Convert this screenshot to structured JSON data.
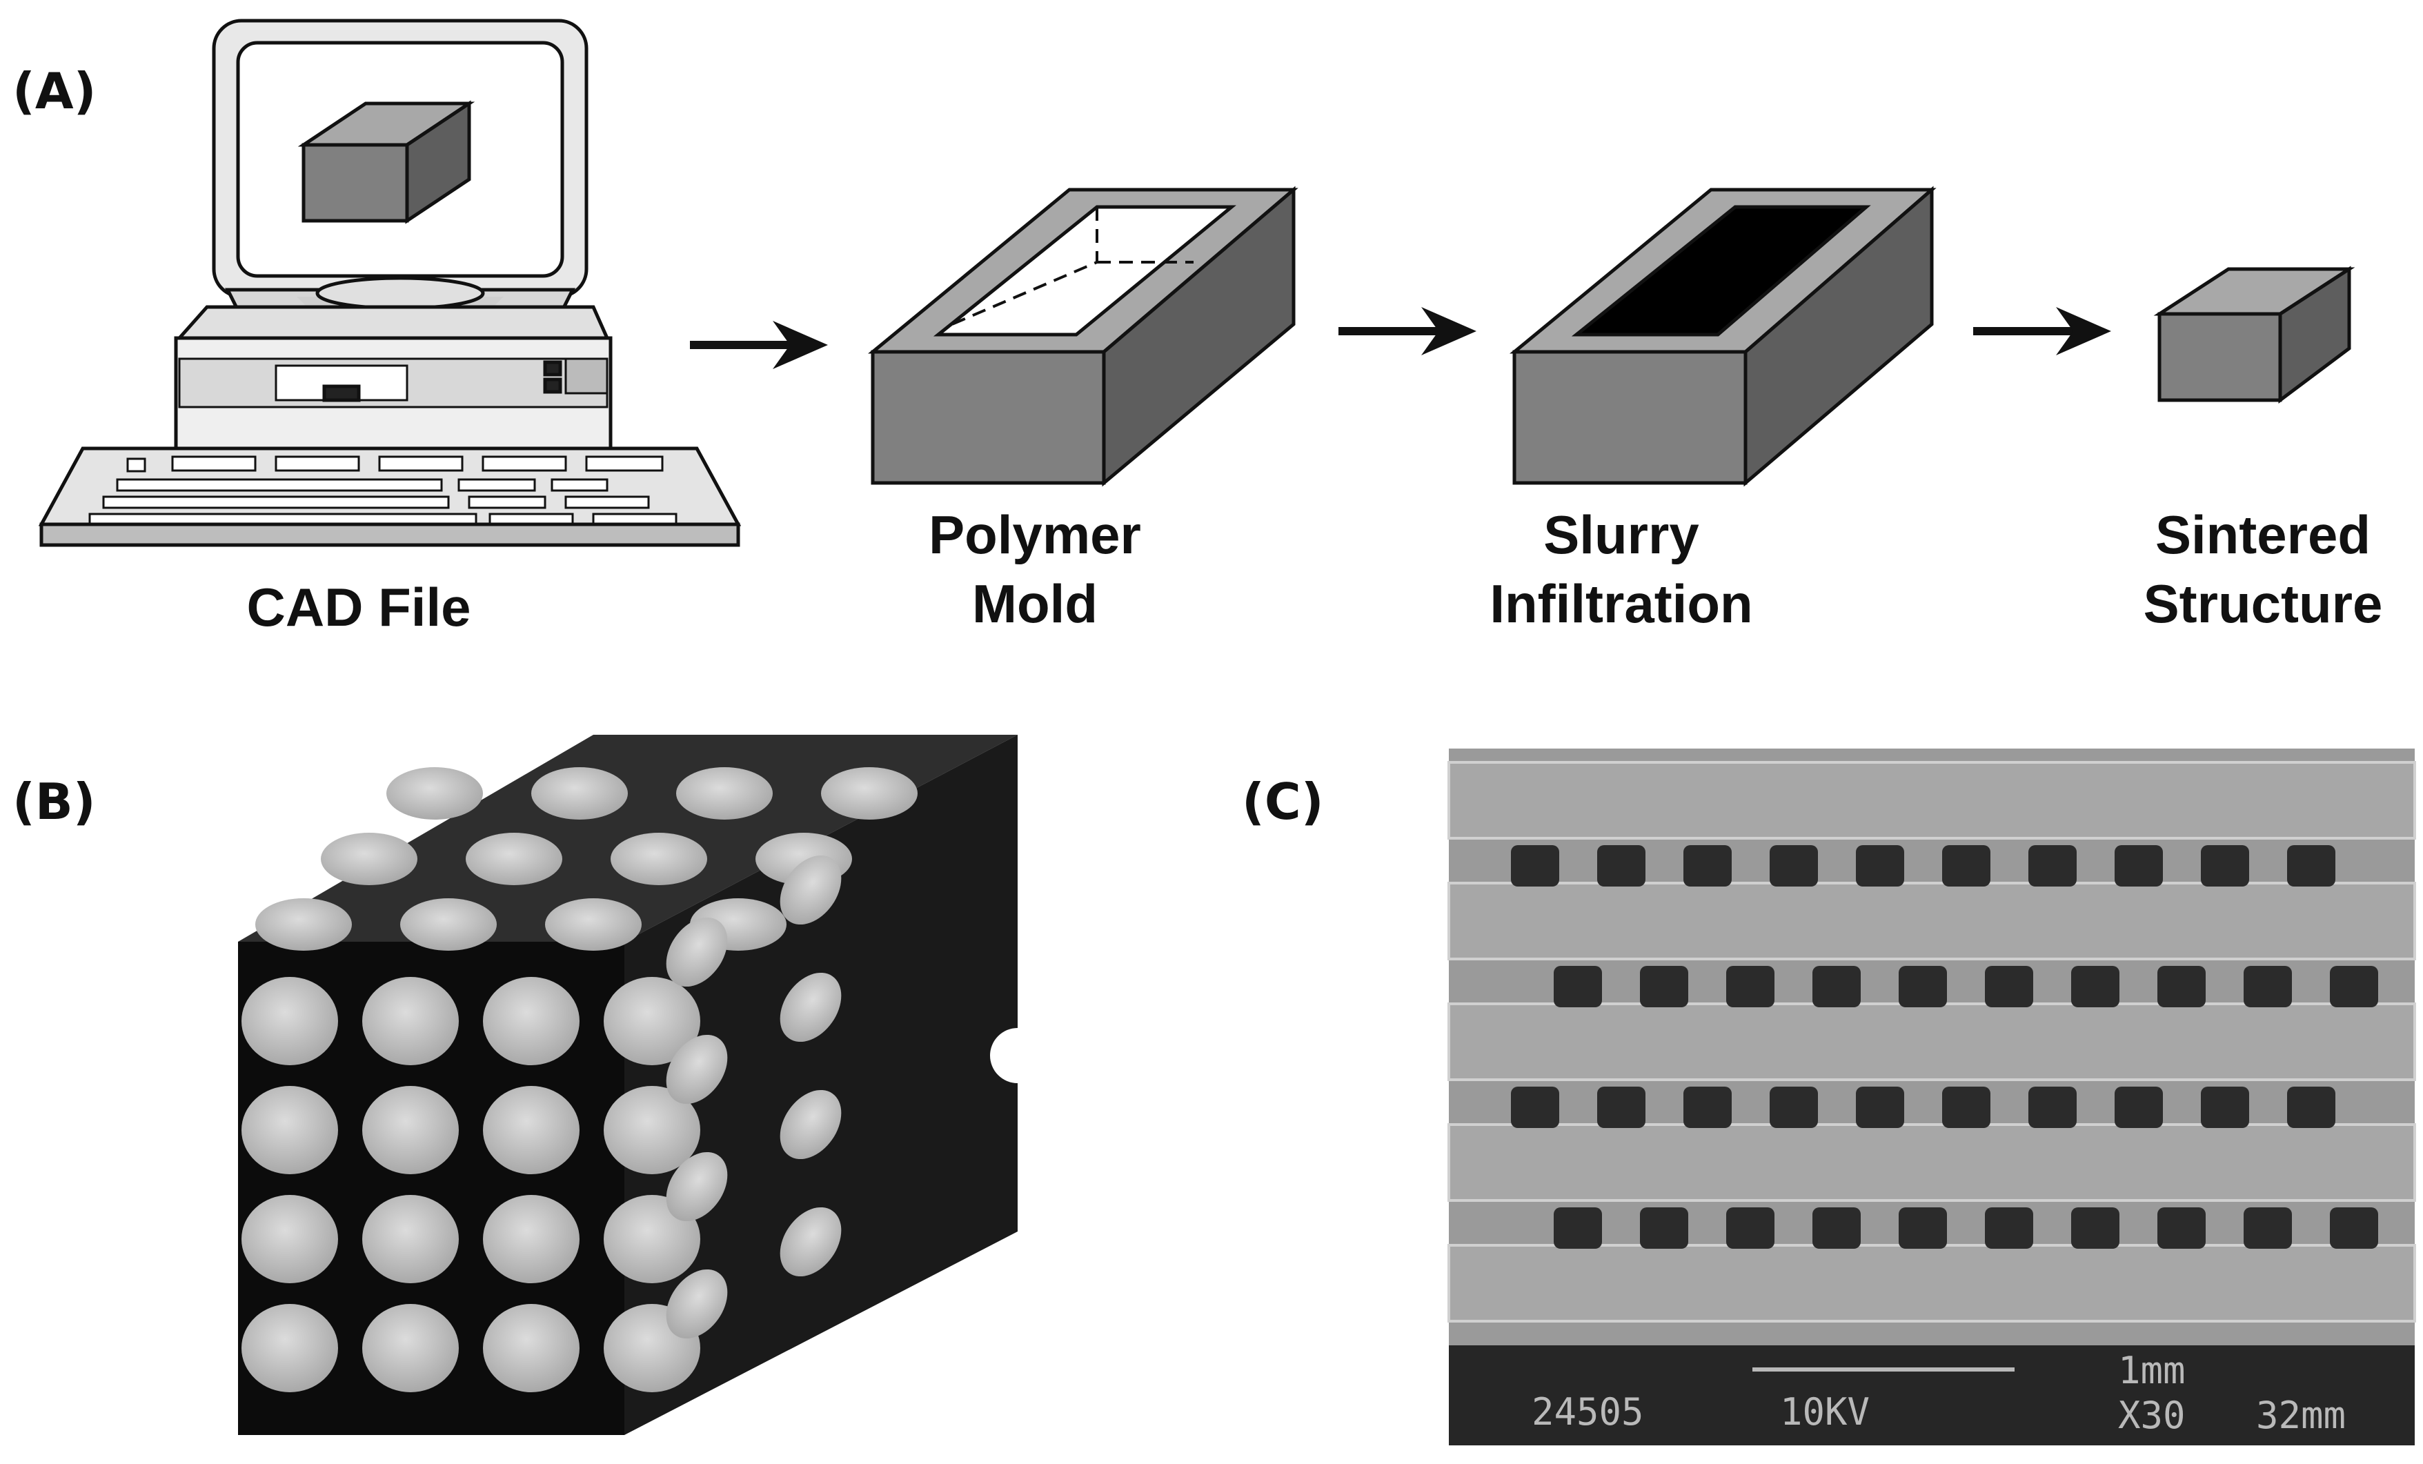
{
  "panels": {
    "a": {
      "label": "(A)",
      "steps": [
        {
          "line1": "CAD File",
          "line2": ""
        },
        {
          "line1": "Polymer",
          "line2": "Mold"
        },
        {
          "line1": "Slurry",
          "line2": "Infiltration"
        },
        {
          "line1": "Sintered",
          "line2": "Structure"
        }
      ]
    },
    "b": {
      "label": "(B)"
    },
    "c": {
      "label": "(C)",
      "sem_footer": {
        "id": "24505",
        "voltage": "10KV",
        "scale": "1mm",
        "magnification": "X30",
        "working_distance": "32mm"
      }
    }
  },
  "colors": {
    "box_gray": "#7f7f7f",
    "box_top": "#a8a8a8",
    "box_side": "#5e5e5e",
    "ink": "#111111",
    "sem_bg": "#9a9a9a"
  }
}
